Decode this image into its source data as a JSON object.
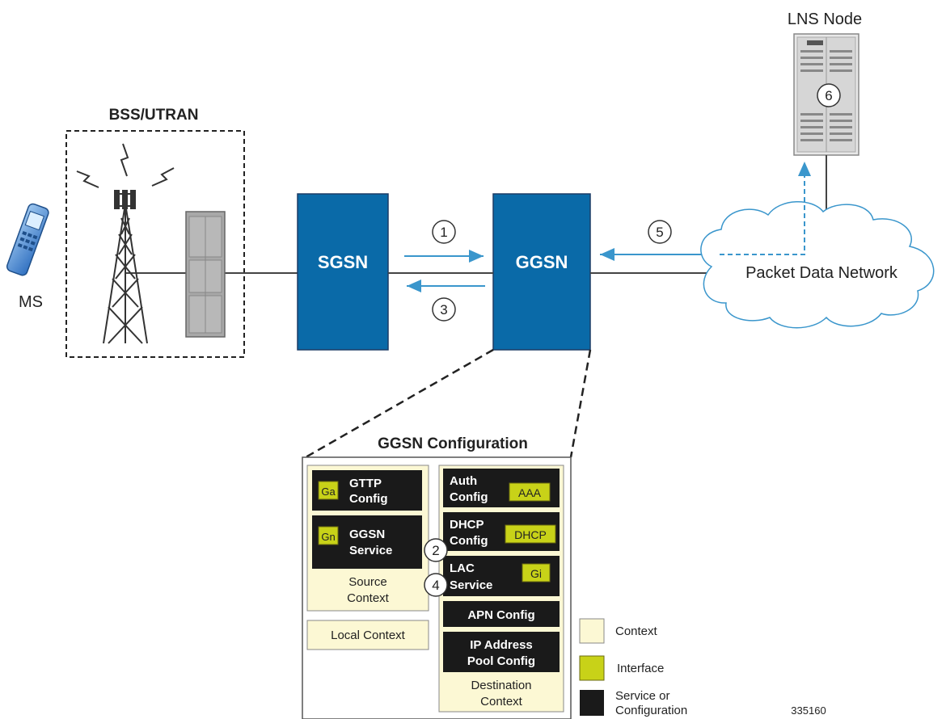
{
  "labels": {
    "lns_node": "LNS Node",
    "bss_utran": "BSS/UTRAN",
    "ms": "MS",
    "sgsn": "SGSN",
    "ggsn": "GGSN",
    "pdn": "Packet Data Network",
    "ggsn_config": "GGSN Configuration",
    "figure_id": "335160"
  },
  "steps": [
    "1",
    "2",
    "3",
    "4",
    "5",
    "6"
  ],
  "source_context": {
    "gttp_line1": "GTTP",
    "gttp_line2": "Config",
    "ga": "Ga",
    "ggsn_line1": "GGSN",
    "ggsn_line2": "Service",
    "gn": "Gn",
    "label_line1": "Source",
    "label_line2": "Context"
  },
  "local_context": "Local Context",
  "destination_context": {
    "auth_line1": "Auth",
    "auth_line2": "Config",
    "aaa": "AAA",
    "dhcp_line1": "DHCP",
    "dhcp_line2": "Config",
    "dhcp_if": "DHCP",
    "lac_line1": "LAC",
    "lac_line2": "Service",
    "gi": "Gi",
    "apn": "APN Config",
    "ip_line1": "IP Address",
    "ip_line2": "Pool Config",
    "label_line1": "Destination",
    "label_line2": "Context"
  },
  "legend": {
    "context": "Context",
    "interface": "Interface",
    "service_line1": "Service or",
    "service_line2": "Configuration"
  },
  "colors": {
    "node_blue": "#0a6aa8",
    "arrow_blue": "#3a96cc",
    "context_fill": "#fcf8d4",
    "interface_fill": "#c8d218",
    "service_fill": "#1a1a1a"
  }
}
